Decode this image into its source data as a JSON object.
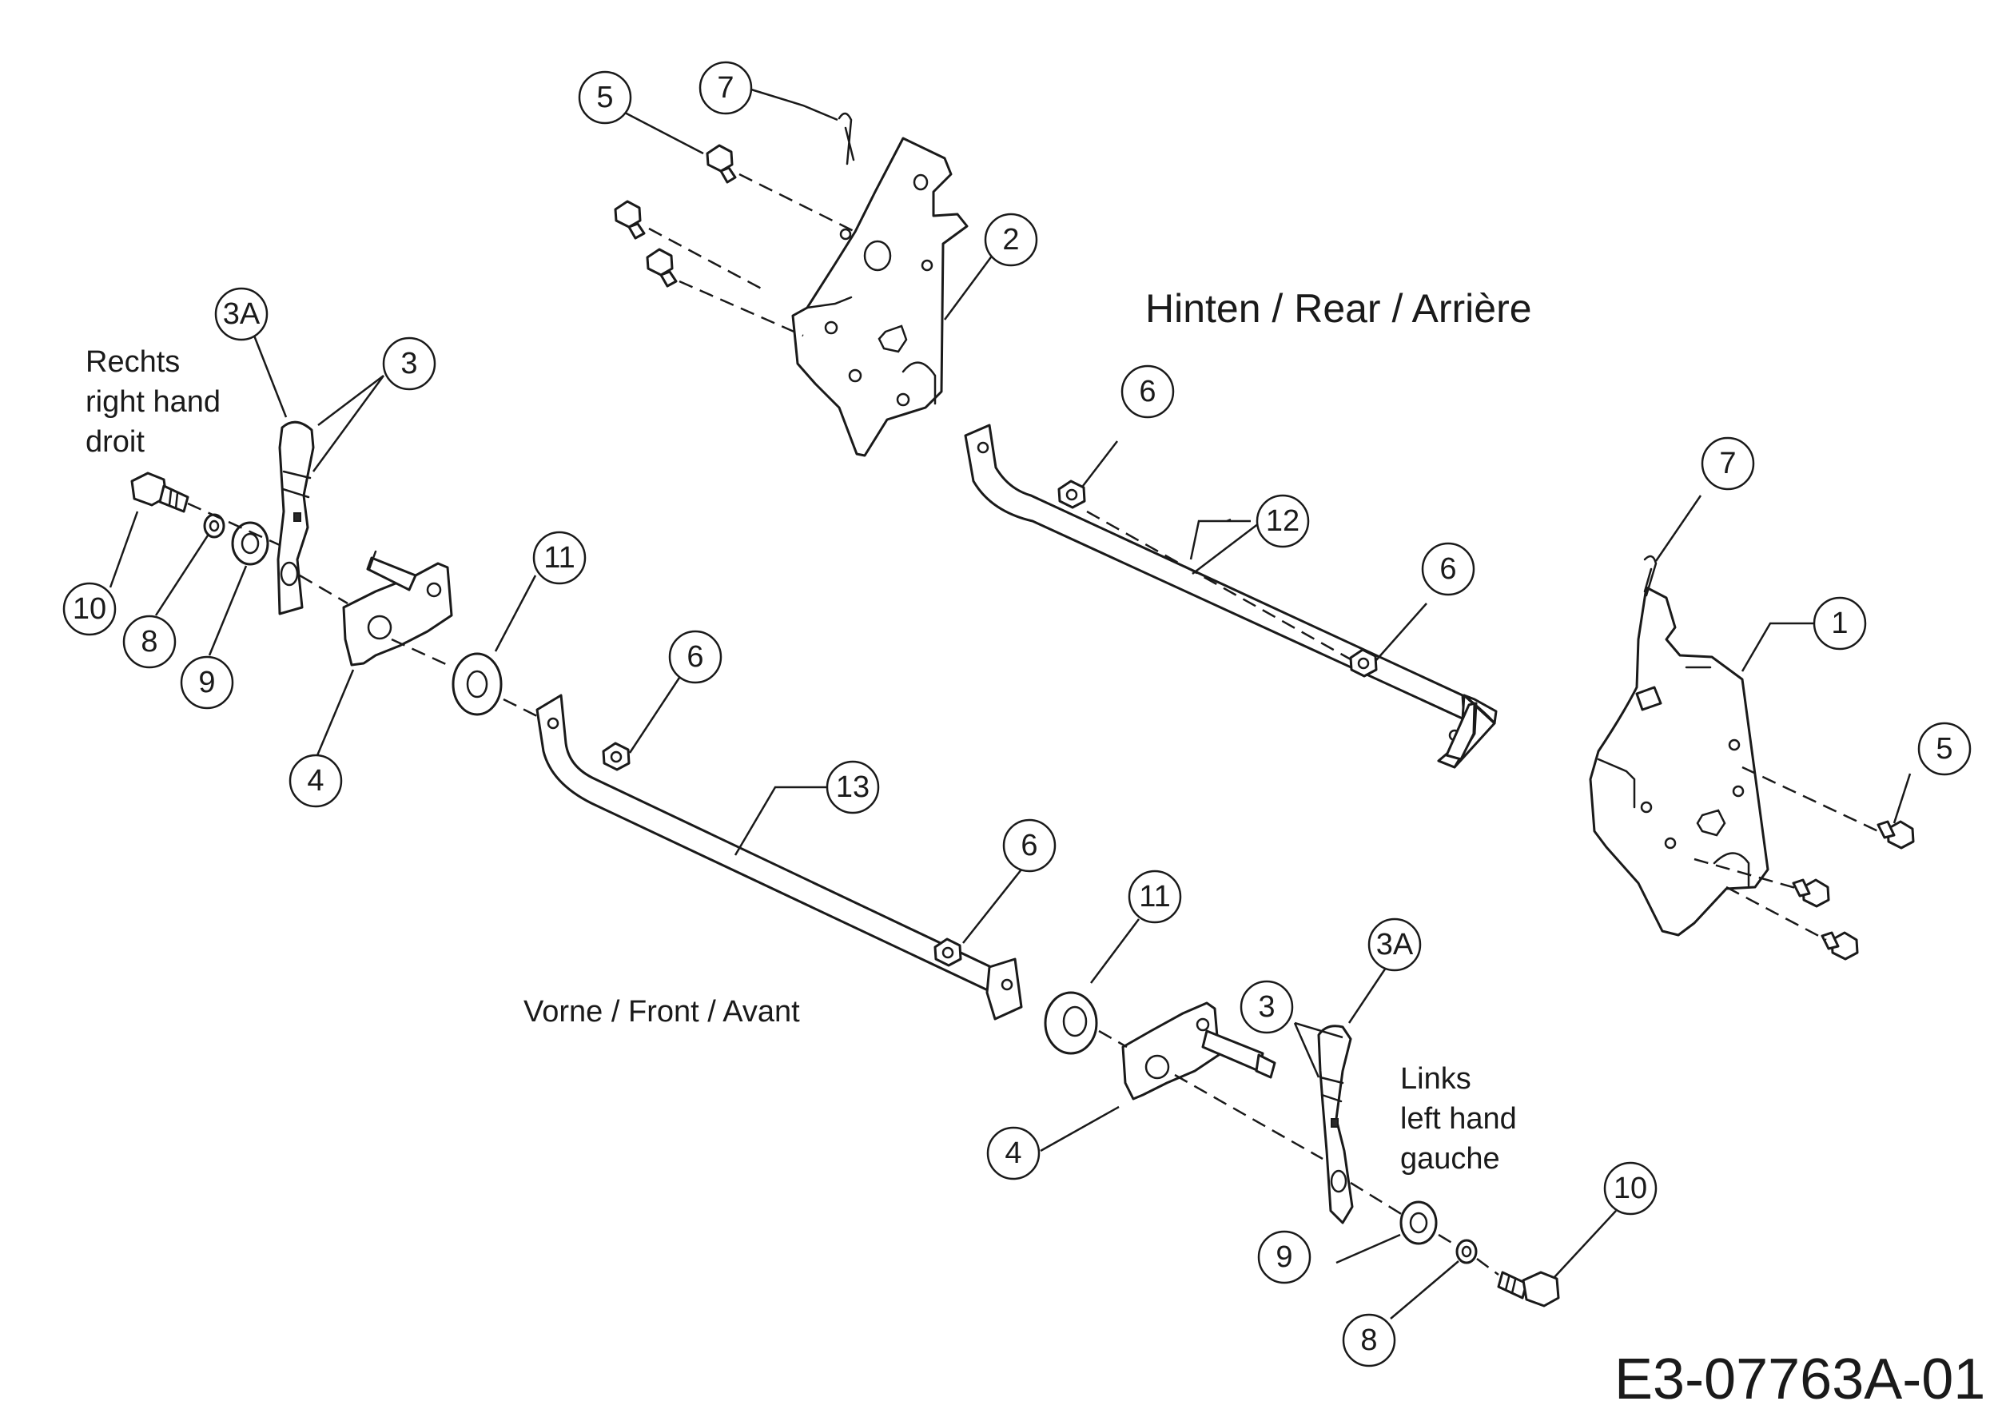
{
  "labels": {
    "rear": "Hinten / Rear / Arrière",
    "front": "Vorne / Front / Avant",
    "right_line1": "Rechts",
    "right_line2": "right hand",
    "right_line3": "droit",
    "left_line1": "Links",
    "left_line2": "left hand",
    "left_line3": "gauche",
    "drawing_code": "E3-07763A-01"
  },
  "callouts": {
    "c5_top": "5",
    "c7_top": "7",
    "c2": "2",
    "c3a_right": "3A",
    "c3_right": "3",
    "c10_right": "10",
    "c8_right": "8",
    "c9_right": "9",
    "c4_right": "4",
    "c11_right": "11",
    "c6_front_left": "6",
    "c13": "13",
    "c6_rear_left": "6",
    "c12": "12",
    "c6_rear_right": "6",
    "c7_right": "7",
    "c1": "1",
    "c5_right": "5",
    "c6_front_right": "6",
    "c11_left": "11",
    "c3a_left": "3A",
    "c3_left": "3",
    "c4_left": "4",
    "c9_left": "9",
    "c8_left": "8",
    "c10_left": "10"
  }
}
